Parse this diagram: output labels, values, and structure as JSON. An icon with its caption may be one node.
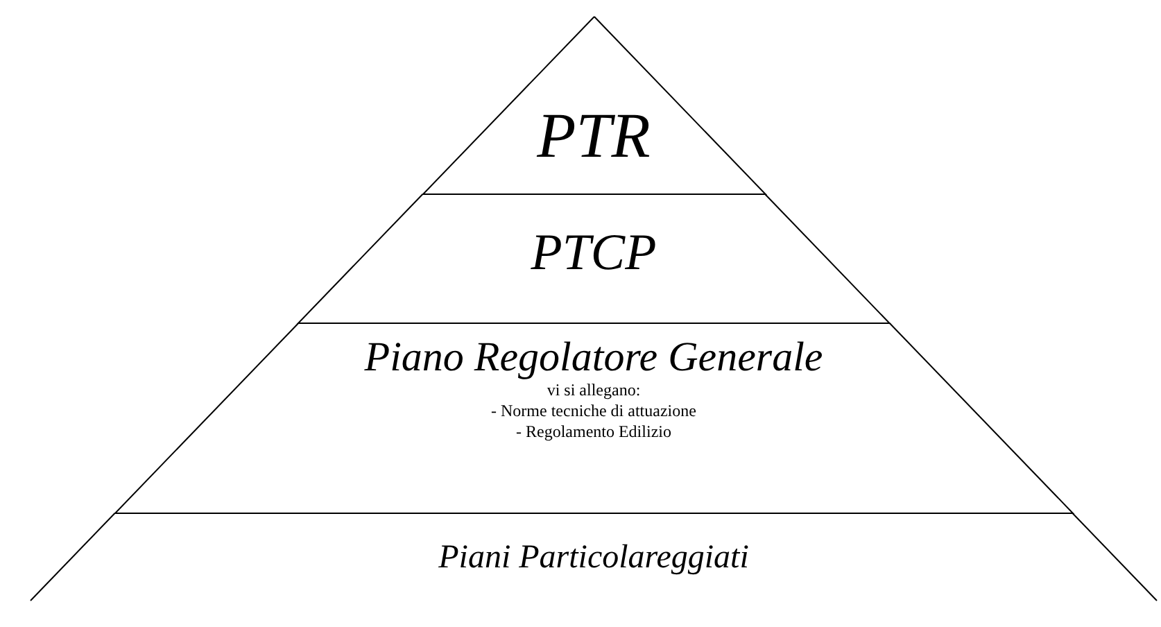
{
  "diagram": {
    "nodes": [
      {
        "text": [
          "PTR"
        ]
      },
      {
        "text": [
          "PTCP"
        ]
      },
      {
        "text": [
          "Piano Regolatore Generale",
          "vi si allegano:",
          "- Norme tecniche di attuazione",
          "- Regolamento Edilizio"
        ]
      },
      {
        "text": [
          "Piani Particolareggiati"
        ]
      }
    ]
  }
}
